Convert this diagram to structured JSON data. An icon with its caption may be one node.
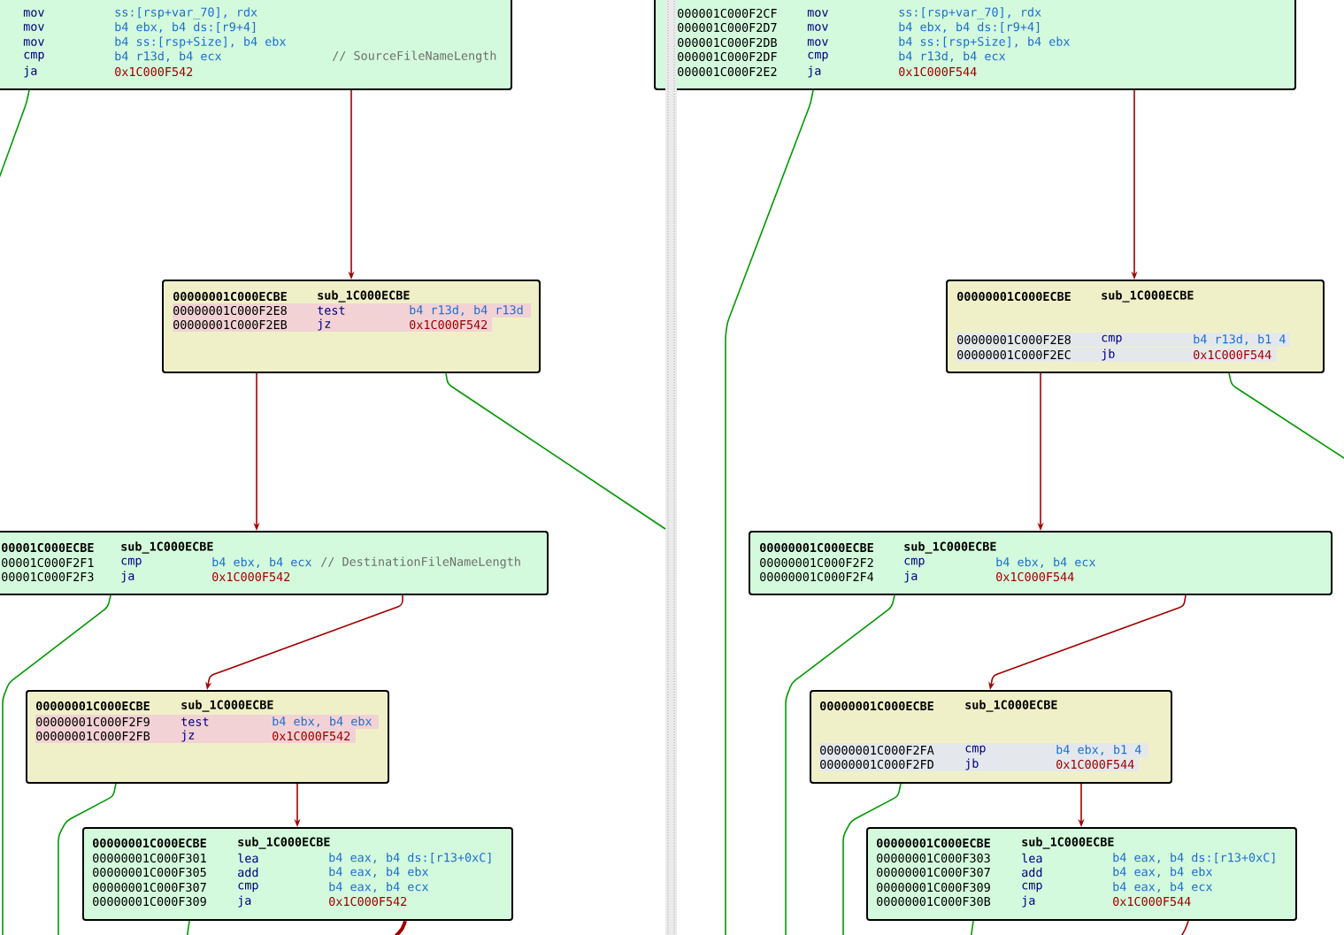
{
  "diagram": {
    "nodes": [
      {
        "text": [
          "mov",
          "ss:[rsp+var_70], rdx",
          "mov",
          "b4 ebx, b4 ds:[r9+4]",
          "mov",
          "b4 ss:[rsp+Size], b4 ebx",
          "cmp",
          "b4 r13d, b4 ecx",
          "// SourceFileNameLength",
          "ja",
          "0x1C000F542"
        ]
      },
      {
        "text": [
          "00000001C000ECBE",
          "sub_1C000ECBE",
          "00000001C000F2E8",
          "test",
          "b4 r13d, b4 r13d",
          "00000001C000F2EB",
          "jz",
          "0x1C000F542"
        ]
      },
      {
        "text": [
          "00001C000ECBE",
          "sub_1C000ECBE",
          "00001C000F2F1",
          "cmp",
          "b4 ebx, b4 ecx",
          "// DestinationFileNameLength",
          "00001C000F2F3",
          "ja",
          "0x1C000F542"
        ]
      },
      {
        "text": [
          "00000001C000ECBE",
          "sub_1C000ECBE",
          "00000001C000F2F9",
          "test",
          "b4 ebx, b4 ebx",
          "00000001C000F2FB",
          "jz",
          "0x1C000F542"
        ]
      },
      {
        "text": [
          "00000001C000ECBE",
          "sub_1C000ECBE",
          "00000001C000F301",
          "lea",
          "b4 eax, b4 ds:[r13+0xC]",
          "00000001C000F305",
          "add",
          "b4 eax, b4 ebx",
          "00000001C000F307",
          "cmp",
          "b4 eax, b4 ecx",
          "00000001C000F309",
          "ja",
          "0x1C000F542"
        ]
      },
      {
        "text": [
          "000001C000F2CF",
          "mov",
          "ss:[rsp+var_70], rdx",
          "000001C000F2D7",
          "mov",
          "b4 ebx, b4 ds:[r9+4]",
          "000001C000F2DB",
          "mov",
          "b4 ss:[rsp+Size], b4 ebx",
          "000001C000F2DF",
          "cmp",
          "b4 r13d, b4 ecx",
          "000001C000F2E2",
          "ja",
          "0x1C000F544"
        ]
      },
      {
        "text": [
          "00000001C000ECBE",
          "sub_1C000ECBE",
          "00000001C000F2E8",
          "cmp",
          "b4 r13d, b1 4",
          "00000001C000F2EC",
          "jb",
          "0x1C000F544"
        ]
      },
      {
        "text": [
          "00000001C000ECBE",
          "sub_1C000ECBE",
          "00000001C000F2F2",
          "cmp",
          "b4 ebx, b4 ecx",
          "00000001C000F2F4",
          "ja",
          "0x1C000F544"
        ]
      },
      {
        "text": [
          "00000001C000ECBE",
          "sub_1C000ECBE",
          "00000001C000F2FA",
          "cmp",
          "b4 ebx, b1 4",
          "00000001C000F2FD",
          "jb",
          "0x1C000F544"
        ]
      },
      {
        "text": [
          "00000001C000ECBE",
          "sub_1C000ECBE",
          "00000001C000F303",
          "lea",
          "b4 eax, b4 ds:[r13+0xC]",
          "00000001C000F307",
          "add",
          "b4 eax, b4 ebx",
          "00000001C000F309",
          "cmp",
          "b4 eax, b4 ecx",
          "00000001C000F30B",
          "ja",
          "0x1C000F544"
        ]
      }
    ],
    "edges": [
      {
        "from": 0,
        "to": 1,
        "arrow": "to",
        "color": "#a00000"
      },
      {
        "from": 0,
        "to": null,
        "arrow": "none",
        "color": "#009900"
      },
      {
        "from": 1,
        "to": 2,
        "arrow": "to",
        "color": "#a00000"
      },
      {
        "from": 1,
        "to": null,
        "arrow": "none",
        "color": "#009900"
      },
      {
        "from": 2,
        "to": 3,
        "arrow": "to",
        "color": "#a00000"
      },
      {
        "from": 2,
        "to": null,
        "arrow": "none",
        "color": "#009900"
      },
      {
        "from": 3,
        "to": 4,
        "arrow": "to",
        "color": "#a00000"
      },
      {
        "from": 3,
        "to": null,
        "arrow": "none",
        "color": "#009900"
      },
      {
        "from": 4,
        "to": null,
        "arrow": "none",
        "color": "#009900"
      },
      {
        "from": 4,
        "to": null,
        "arrow": "none",
        "color": "#a00000",
        "style": "thick"
      },
      {
        "from": 5,
        "to": 6,
        "arrow": "to",
        "color": "#a00000"
      },
      {
        "from": 5,
        "to": null,
        "arrow": "none",
        "color": "#009900"
      },
      {
        "from": 6,
        "to": 7,
        "arrow": "to",
        "color": "#a00000"
      },
      {
        "from": 6,
        "to": null,
        "arrow": "none",
        "color": "#009900"
      },
      {
        "from": 7,
        "to": 8,
        "arrow": "to",
        "color": "#a00000"
      },
      {
        "from": 7,
        "to": null,
        "arrow": "none",
        "color": "#009900"
      },
      {
        "from": 8,
        "to": 9,
        "arrow": "to",
        "color": "#a00000"
      },
      {
        "from": 8,
        "to": null,
        "arrow": "none",
        "color": "#009900"
      },
      {
        "from": 9,
        "to": null,
        "arrow": "none",
        "color": "#009900"
      },
      {
        "from": 9,
        "to": null,
        "arrow": "none",
        "color": "#a00000"
      }
    ]
  }
}
